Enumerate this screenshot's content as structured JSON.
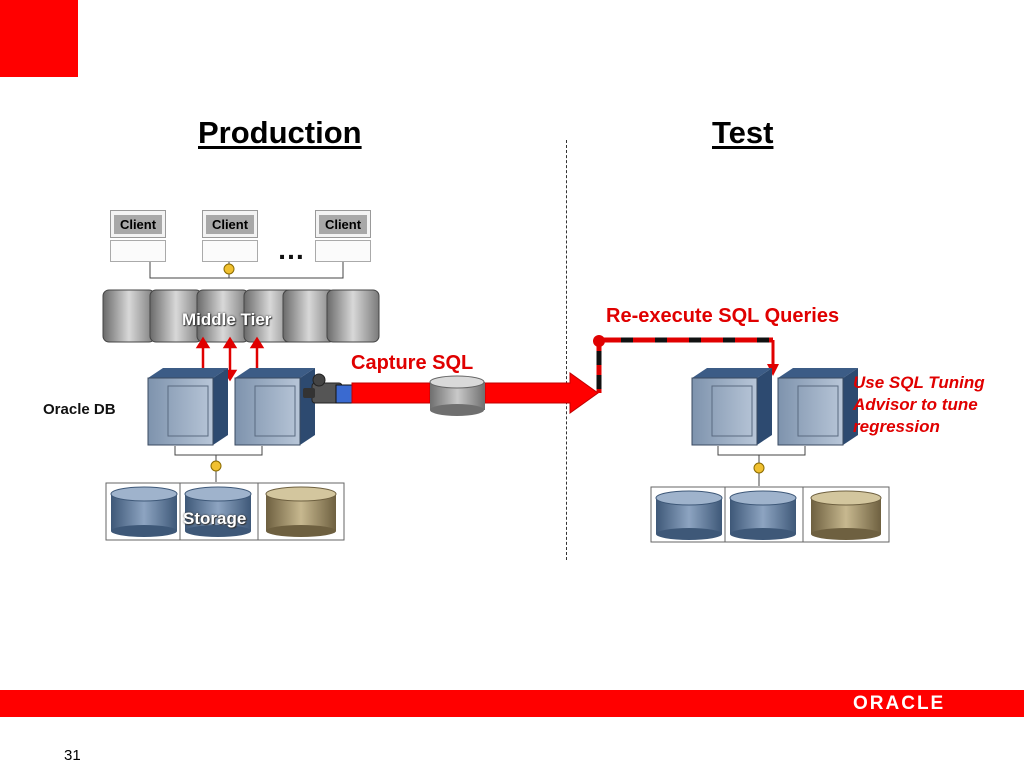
{
  "headings": {
    "production": "Production",
    "test": "Test"
  },
  "clients": [
    {
      "label": "Client"
    },
    {
      "label": "Client"
    },
    {
      "label": "Client"
    }
  ],
  "ellipsis": "…",
  "labels": {
    "middle_tier": "Middle Tier",
    "oracle_db": "Oracle DB",
    "storage": "Storage",
    "capture_sql": "Capture SQL",
    "re_execute": "Re-execute SQL Queries"
  },
  "note": {
    "line1": "Use SQL Tuning",
    "line2": "Advisor to tune",
    "line3": "regression"
  },
  "footer": {
    "logo": "ORACLE",
    "page_number": "31"
  },
  "colors": {
    "brand_red": "#ff0000",
    "accent_red": "#e00000"
  }
}
